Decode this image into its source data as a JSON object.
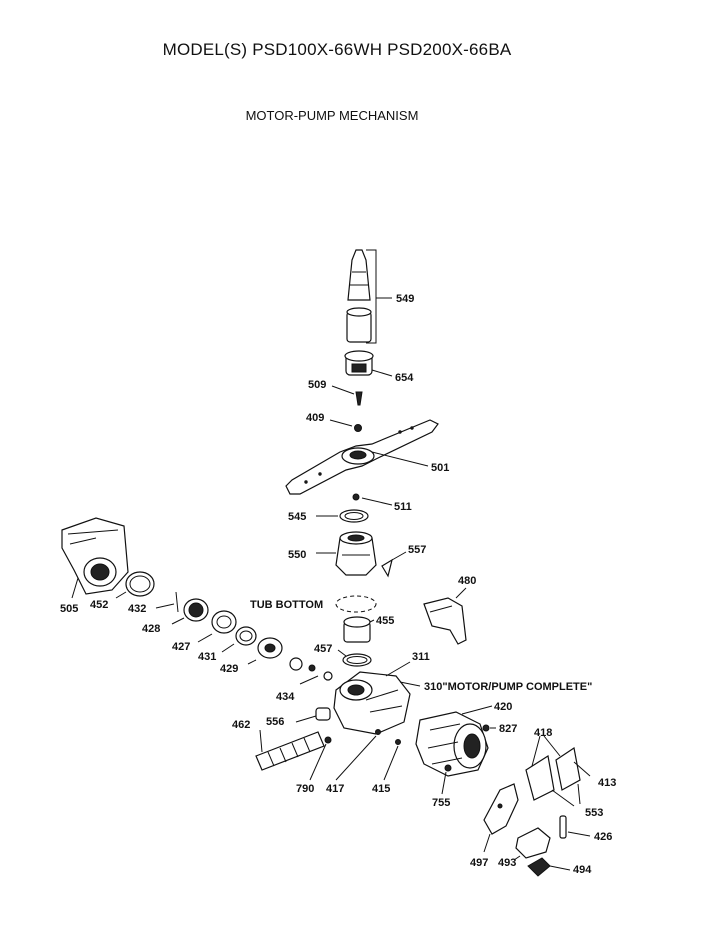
{
  "header": {
    "model_line": "MODEL(S) PSD100X-66WH  PSD200X-66BA",
    "section_title": "MOTOR-PUMP MECHANISM"
  },
  "callouts": {
    "p549": "549",
    "p654": "654",
    "p509": "509",
    "p409": "409",
    "p501": "501",
    "p511": "511",
    "p545": "545",
    "p550": "550",
    "p557": "557",
    "p480": "480",
    "tub_bottom": "TUB BOTTOM",
    "p455": "455",
    "p457": "457",
    "p311": "311",
    "p310": "310\"MOTOR/PUMP COMPLETE\"",
    "p420": "420",
    "p827": "827",
    "p418": "418",
    "p413": "413",
    "p553": "553",
    "p426": "426",
    "p494": "494",
    "p493": "493",
    "p497": "497",
    "p755": "755",
    "p415": "415",
    "p417": "417",
    "p790": "790",
    "p556": "556",
    "p462": "462",
    "p434": "434",
    "p429": "429",
    "p431": "431",
    "p427": "427",
    "p428": "428",
    "p432": "432",
    "p452": "452",
    "p505": "505"
  }
}
